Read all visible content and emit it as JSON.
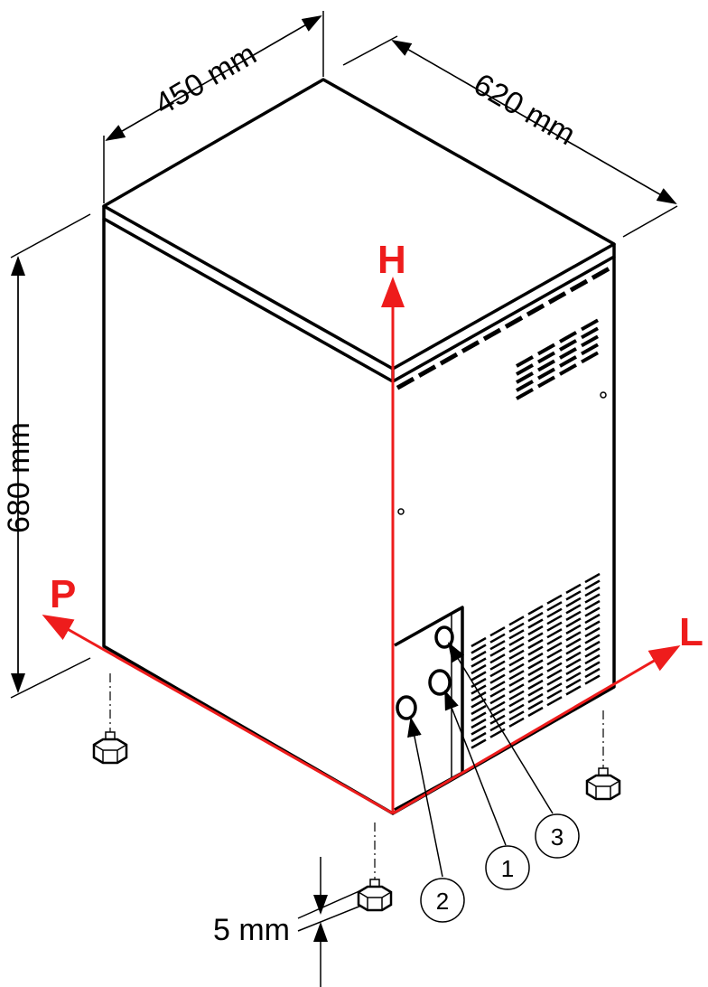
{
  "dimensions": {
    "width": "450 mm",
    "depth": "620 mm",
    "height": "680 mm",
    "foot": "5 mm"
  },
  "axes": {
    "height_axis": "H",
    "depth_axis": "P",
    "length_axis": "L",
    "color": "#ee1c1c"
  },
  "callouts": [
    "1",
    "2",
    "3"
  ]
}
